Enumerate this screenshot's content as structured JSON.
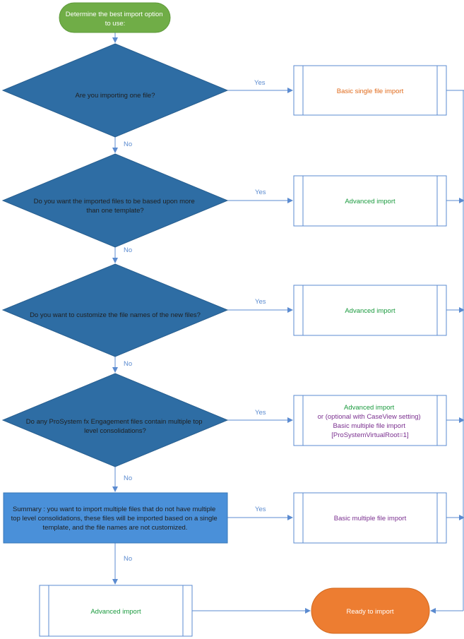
{
  "start": {
    "lines": [
      "Determine the best  import option",
      "to use:"
    ]
  },
  "questions": [
    {
      "lines": [
        "Are you importing one file?"
      ]
    },
    {
      "lines": [
        "Do you want the imported files to be based upon more",
        "than one template?"
      ]
    },
    {
      "lines": [
        "Do you want to customize the file names of the new files?"
      ]
    },
    {
      "lines": [
        "Do any ProSystem fx Engagement files contain multiple top",
        "level consolidations?"
      ]
    }
  ],
  "summary": {
    "lines": [
      "Summary : you want to import multiple files that do not have multiple",
      "top level consolidations, these files will be imported based on a single",
      "template, and the file names are not customized."
    ]
  },
  "outcomes": [
    {
      "lines": [
        "Basic single file import"
      ]
    },
    {
      "lines": [
        "Advanced import"
      ]
    },
    {
      "lines": [
        "Advanced import"
      ]
    },
    {
      "lines": [
        "Advanced import",
        "or (optional with CaseView setting)",
        "Basic multiple file import",
        "[ProSystemVirtualRoot=1]"
      ]
    },
    {
      "lines": [
        "Basic multiple file import"
      ]
    },
    {
      "lines": [
        "Advanced import"
      ]
    }
  ],
  "edge_labels": {
    "yes": "Yes",
    "no": "No"
  },
  "end": {
    "label": "Ready to import"
  },
  "colors": {
    "start_fill": "#70ad47",
    "decision_fill": "#2e6da4",
    "summary_fill": "#4a90d9",
    "end_fill": "#ed7d31",
    "connector": "#5b8bd0"
  }
}
